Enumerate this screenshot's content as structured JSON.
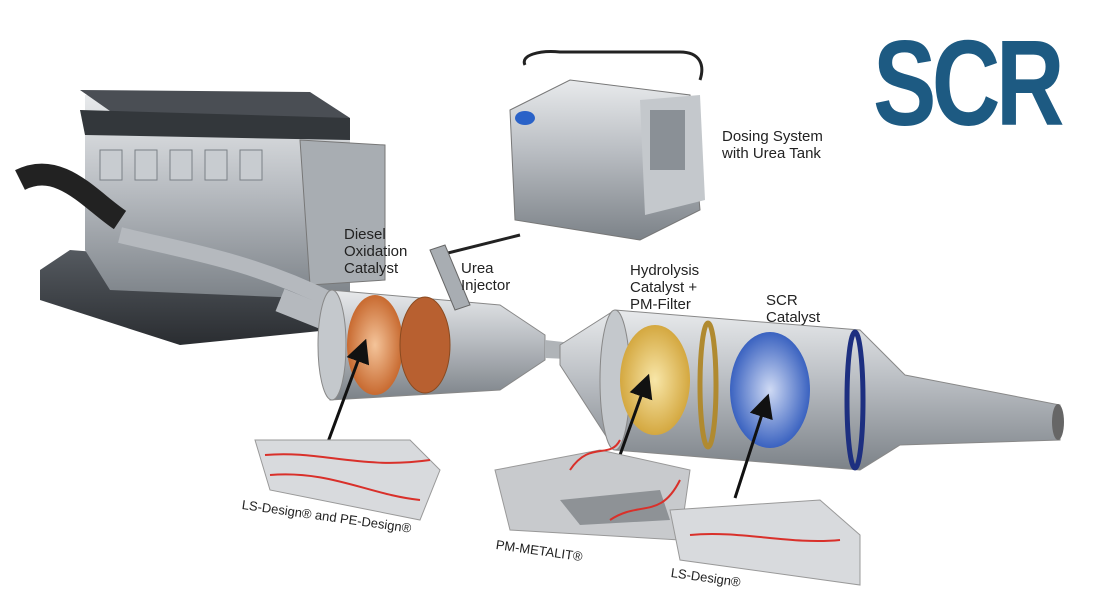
{
  "title": "SCR",
  "colors": {
    "title": "#1d5a82",
    "flow_arrows": "#d9302a",
    "doc_substrate": "#d88a4a",
    "hydrolysis_substrate": "#e2c060",
    "scr_substrate": "#4a70c8"
  },
  "labels": {
    "dosing": [
      "Dosing System",
      "with Urea Tank"
    ],
    "doc": [
      "Diesel",
      "Oxidation",
      "Catalyst"
    ],
    "injector": [
      "Urea",
      "Injector"
    ],
    "hydrolysis": [
      "Hydrolysis",
      "Catalyst +",
      "PM-Filter"
    ],
    "scr": [
      "SCR",
      "Catalyst"
    ]
  },
  "captions": {
    "doc_design": "LS-Design® and PE-Design®",
    "pm_filter": "PM-METALIT®",
    "scr_design": "LS-Design®"
  }
}
